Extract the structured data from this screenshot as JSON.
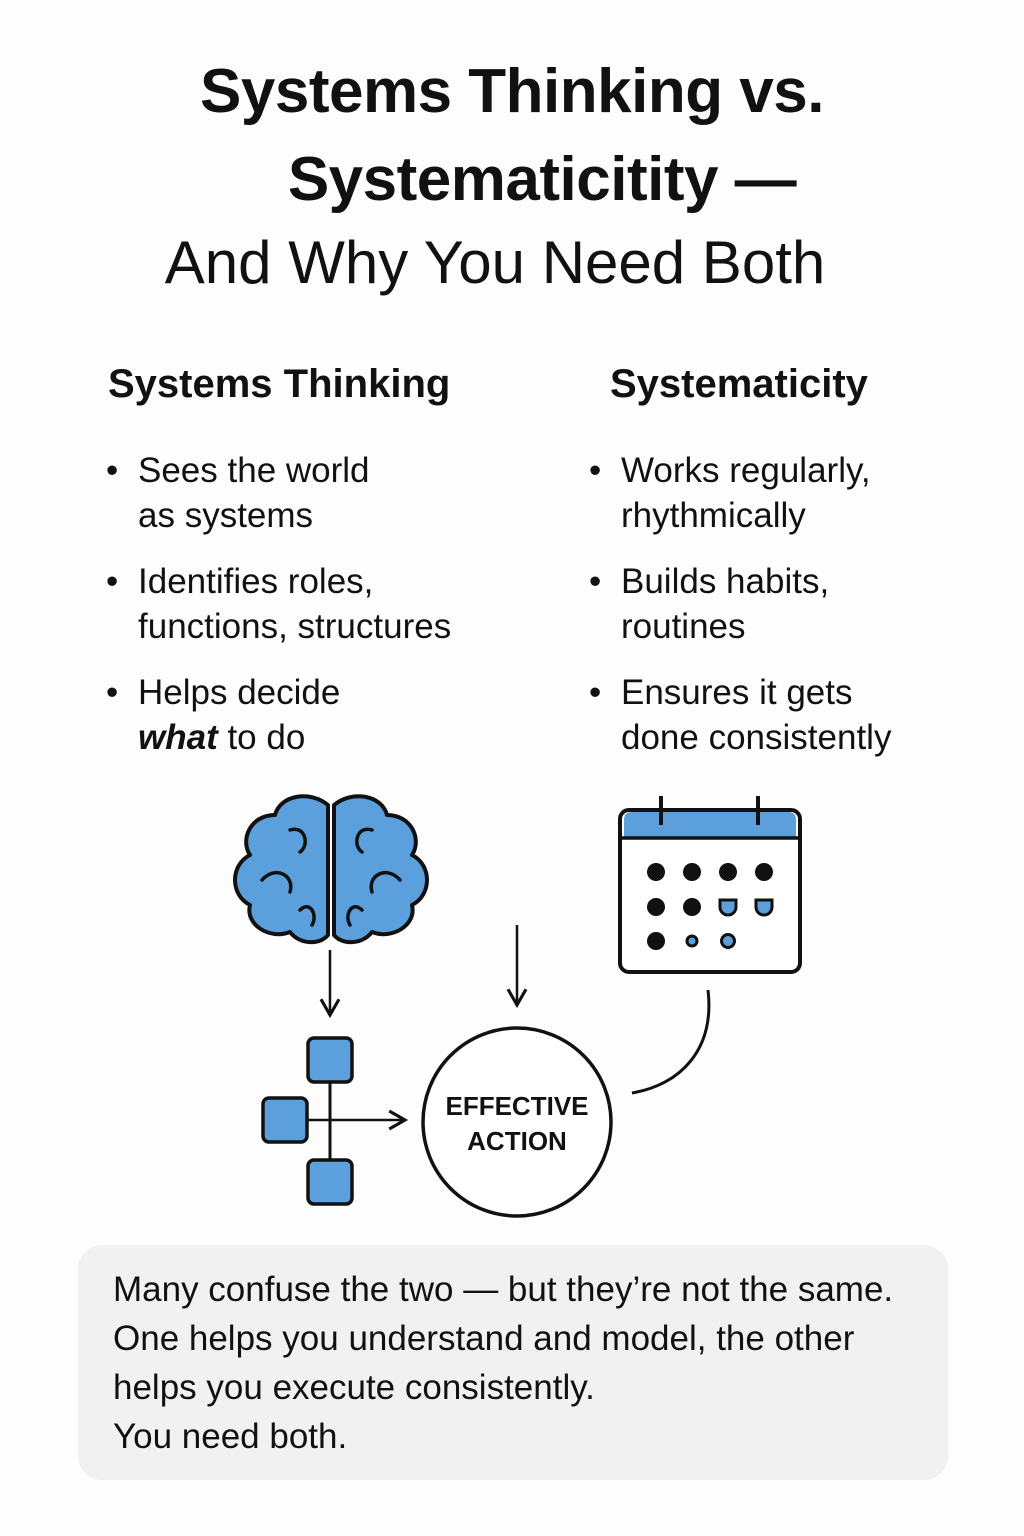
{
  "title": {
    "line1": "Systems Thinking vs.",
    "line2": "Systematicitity —",
    "line3": "And Why You Need Both"
  },
  "left": {
    "heading": "Systems Thinking",
    "bullets": [
      {
        "l1": "Sees the world",
        "l2": "as systems"
      },
      {
        "l1": "Identifies roles,",
        "l2": "functions, structures"
      },
      {
        "l1": "Helps decide",
        "l2em": "what",
        "l2": " to do"
      }
    ]
  },
  "right": {
    "heading": "Systematicity",
    "bullets": [
      {
        "l1": "Works regularly,",
        "l2": "rhythmically"
      },
      {
        "l1": "Builds habits,",
        "l2": "routines"
      },
      {
        "l1": "Ensures it gets",
        "l2": "done consistently"
      }
    ]
  },
  "diagram": {
    "center_l1": "EFFECTIVE",
    "center_l2": "ACTION",
    "accent": "#5b9fdc"
  },
  "bottom": {
    "line1": "Many confuse the two — but they’re not the same.",
    "line2a": "One helps you ",
    "line2b": "understand and model",
    "line2c": ", the other",
    "line3a": "helps you ",
    "line3b": "execute consistently",
    "line3c": ".",
    "line4": "You need both."
  }
}
